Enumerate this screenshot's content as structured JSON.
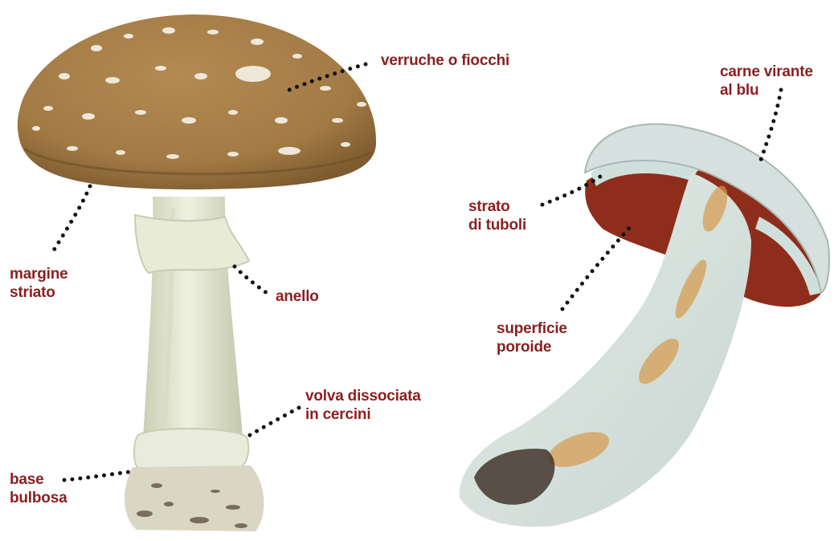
{
  "colors": {
    "label": "#8b1f1f",
    "leader": "#111111",
    "cap": "#a27a44",
    "stem": "#e4e8d2",
    "bolete_cap": "#8f2d1c",
    "bolete_flesh": "#d8e3e1"
  },
  "labels": {
    "verruche": {
      "lines": [
        "verruche o fiocchi"
      ]
    },
    "margine": {
      "lines": [
        "margine",
        "striato"
      ]
    },
    "anello": {
      "lines": [
        "anello"
      ]
    },
    "volva": {
      "lines": [
        "volva dissociata",
        "in cercini"
      ]
    },
    "base": {
      "lines": [
        "base",
        "bulbosa"
      ]
    },
    "carne": {
      "lines": [
        "carne virante",
        "al blu"
      ]
    },
    "strato": {
      "lines": [
        "strato",
        "di tuboli"
      ]
    },
    "superficie": {
      "lines": [
        "superficie",
        "poroide"
      ]
    }
  }
}
